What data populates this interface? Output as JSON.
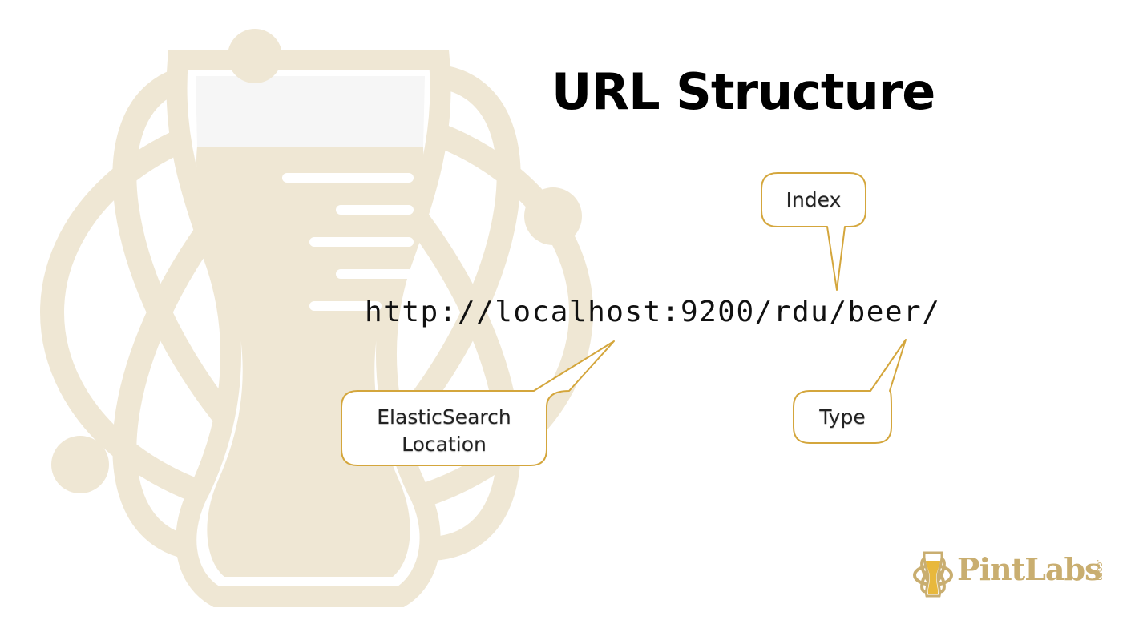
{
  "slide": {
    "title": "URL Structure",
    "url": "http://localhost:9200/rdu/beer/"
  },
  "callouts": {
    "index": "Index",
    "location_line1": "ElasticSearch",
    "location_line2": "Location",
    "type": "Type"
  },
  "logo": {
    "name": "PintLabs",
    "suffix": ".com"
  },
  "colors": {
    "watermark": "#efe7d4",
    "callout_border": "#d4a63c",
    "logo_gold": "#c9ae70"
  }
}
